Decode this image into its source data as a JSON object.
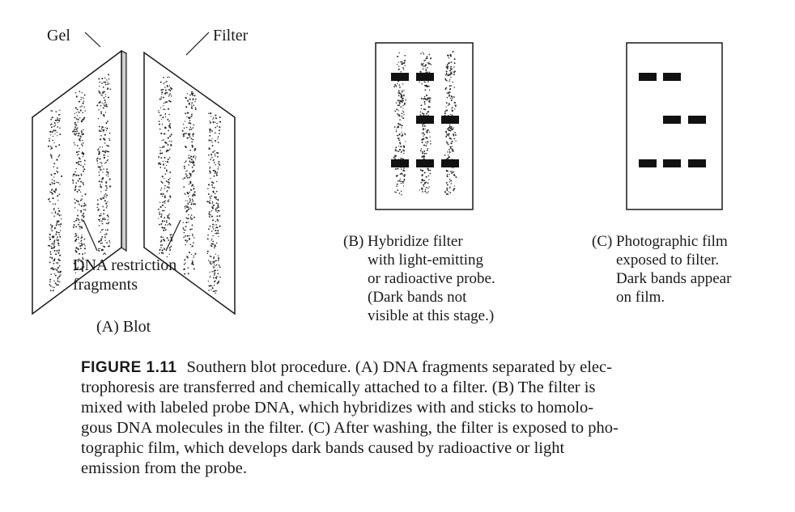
{
  "labels": {
    "gel": "Gel",
    "filter": "Filter",
    "fragments_line1": "DNA restriction",
    "fragments_line2": "fragments",
    "panel_a": "(A) Blot"
  },
  "panel_b": {
    "tag": "(B)",
    "lines": [
      "Hybridize filter",
      "with light-emitting",
      "or radioactive probe.",
      "(Dark bands not",
      "visible at this stage.)"
    ]
  },
  "panel_c": {
    "tag": "(C)",
    "lines": [
      "Photographic film",
      "exposed to filter.",
      "Dark bands appear",
      "on film."
    ]
  },
  "caption": {
    "label": "FIGURE 1.11",
    "lines": [
      "Southern blot procedure. (A) DNA fragments separated by elec-",
      "trophoresis are transferred and chemically attached to a filter. (B) The filter is",
      "mixed with labeled probe DNA, which hybridizes with and sticks to homolo-",
      "gous DNA molecules in the filter. (C) After washing, the filter is exposed to pho-",
      "tographic film, which develops dark bands caused by radioactive or light",
      "emission from the probe."
    ]
  },
  "bands": {
    "filter_b": [
      [
        1,
        1
      ],
      [
        1,
        2
      ],
      [
        2,
        2
      ],
      [
        2,
        3
      ],
      [
        3,
        1
      ],
      [
        3,
        2
      ],
      [
        3,
        3
      ]
    ],
    "film_c": [
      [
        1,
        1
      ],
      [
        1,
        2
      ],
      [
        2,
        2
      ],
      [
        2,
        3
      ],
      [
        3,
        1
      ],
      [
        3,
        2
      ],
      [
        3,
        3
      ]
    ]
  },
  "colors": {
    "ink": "#1a1a1a",
    "background": "#ffffff"
  }
}
